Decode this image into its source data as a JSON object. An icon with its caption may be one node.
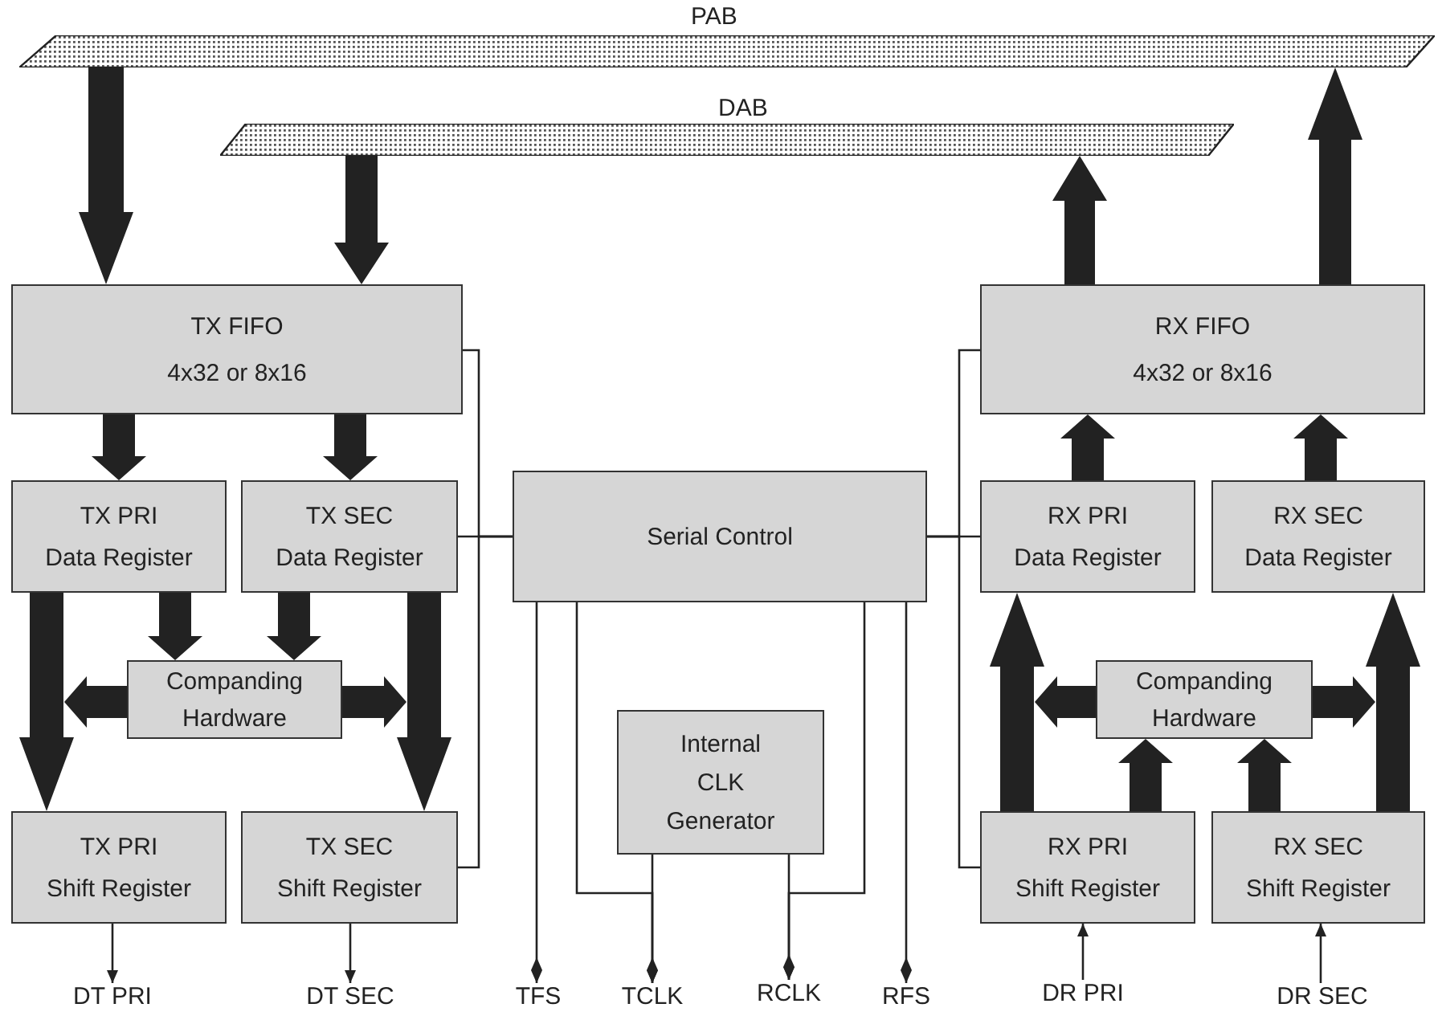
{
  "diagram": {
    "nodes": [
      {
        "text": [
          "PAB"
        ]
      },
      {
        "text": [
          "DAB"
        ]
      },
      {
        "text": [
          "TX FIFO",
          "4x32 or 8x16"
        ]
      },
      {
        "text": [
          "TX PRI",
          "Data Register"
        ]
      },
      {
        "text": [
          "TX SEC",
          "Data Register"
        ]
      },
      {
        "text": [
          "Companding",
          "Hardware"
        ]
      },
      {
        "text": [
          "TX PRI",
          "Shift Register"
        ]
      },
      {
        "text": [
          "TX SEC",
          "Shift Register"
        ]
      },
      {
        "text": [
          "Serial Control"
        ]
      },
      {
        "text": [
          "Internal",
          "CLK",
          "Generator"
        ]
      },
      {
        "text": [
          "RX FIFO",
          "4x32 or 8x16"
        ]
      },
      {
        "text": [
          "RX PRI",
          "Data Register"
        ]
      },
      {
        "text": [
          "RX SEC",
          "Data Register"
        ]
      },
      {
        "text": [
          "Companding",
          "Hardware"
        ]
      },
      {
        "text": [
          "RX PRI",
          "Shift Register"
        ]
      },
      {
        "text": [
          "RX SEC",
          "Shift Register"
        ]
      },
      {
        "text": [
          "DT PRI"
        ]
      },
      {
        "text": [
          "DT SEC"
        ]
      },
      {
        "text": [
          "TFS"
        ]
      },
      {
        "text": [
          "TCLK"
        ]
      },
      {
        "text": [
          "RCLK"
        ]
      },
      {
        "text": [
          "RFS"
        ]
      },
      {
        "text": [
          "DR PRI"
        ]
      },
      {
        "text": [
          "DR SEC"
        ]
      }
    ],
    "edges": [
      {
        "from": 0,
        "to": 2,
        "arrow": "to",
        "style": "thick"
      },
      {
        "from": 1,
        "to": 2,
        "arrow": "to",
        "style": "thick"
      },
      {
        "from": 10,
        "to": 1,
        "arrow": "to",
        "style": "thick"
      },
      {
        "from": 10,
        "to": 0,
        "arrow": "to",
        "style": "thick"
      },
      {
        "from": 2,
        "to": 3,
        "arrow": "to",
        "style": "thick"
      },
      {
        "from": 2,
        "to": 4,
        "arrow": "to",
        "style": "thick"
      },
      {
        "from": 3,
        "to": 5,
        "arrow": "to",
        "style": "thick"
      },
      {
        "from": 4,
        "to": 5,
        "arrow": "to",
        "style": "thick"
      },
      {
        "from": 3,
        "to": 6,
        "arrow": "to",
        "style": "thick"
      },
      {
        "from": 4,
        "to": 7,
        "arrow": "to",
        "style": "thick"
      },
      {
        "from": 5,
        "to": null,
        "arrow": "to",
        "style": "thick"
      },
      {
        "from": 5,
        "to": null,
        "arrow": "to",
        "style": "thick"
      },
      {
        "from": 11,
        "to": 10,
        "arrow": "to",
        "style": "thick"
      },
      {
        "from": 12,
        "to": 10,
        "arrow": "to",
        "style": "thick"
      },
      {
        "from": 14,
        "to": 11,
        "arrow": "to",
        "style": "thick"
      },
      {
        "from": 15,
        "to": 12,
        "arrow": "to",
        "style": "thick"
      },
      {
        "from": 14,
        "to": 13,
        "arrow": "to",
        "style": "thick"
      },
      {
        "from": 15,
        "to": 13,
        "arrow": "to",
        "style": "thick"
      },
      {
        "from": 13,
        "to": null,
        "arrow": "to",
        "style": "thick"
      },
      {
        "from": 13,
        "to": null,
        "arrow": "to",
        "style": "thick"
      },
      {
        "from": 2,
        "to": 8,
        "arrow": "none"
      },
      {
        "from": 4,
        "to": 8,
        "arrow": "none"
      },
      {
        "from": 7,
        "to": 8,
        "arrow": "none"
      },
      {
        "from": 10,
        "to": 8,
        "arrow": "none"
      },
      {
        "from": 11,
        "to": 8,
        "arrow": "none"
      },
      {
        "from": 14,
        "to": 8,
        "arrow": "none"
      },
      {
        "from": 6,
        "to": 16,
        "arrow": "to"
      },
      {
        "from": 7,
        "to": 17,
        "arrow": "to"
      },
      {
        "from": 22,
        "to": 14,
        "arrow": "to"
      },
      {
        "from": 23,
        "to": 15,
        "arrow": "to"
      },
      {
        "from": 8,
        "to": 18,
        "arrow": "to"
      },
      {
        "from": 8,
        "to": 21,
        "arrow": "to"
      },
      {
        "from": 9,
        "to": 19,
        "arrow": "to"
      },
      {
        "from": 8,
        "to": 19,
        "arrow": "to"
      },
      {
        "from": 9,
        "to": 20,
        "arrow": "to"
      },
      {
        "from": 8,
        "to": 20,
        "arrow": "to"
      }
    ]
  }
}
